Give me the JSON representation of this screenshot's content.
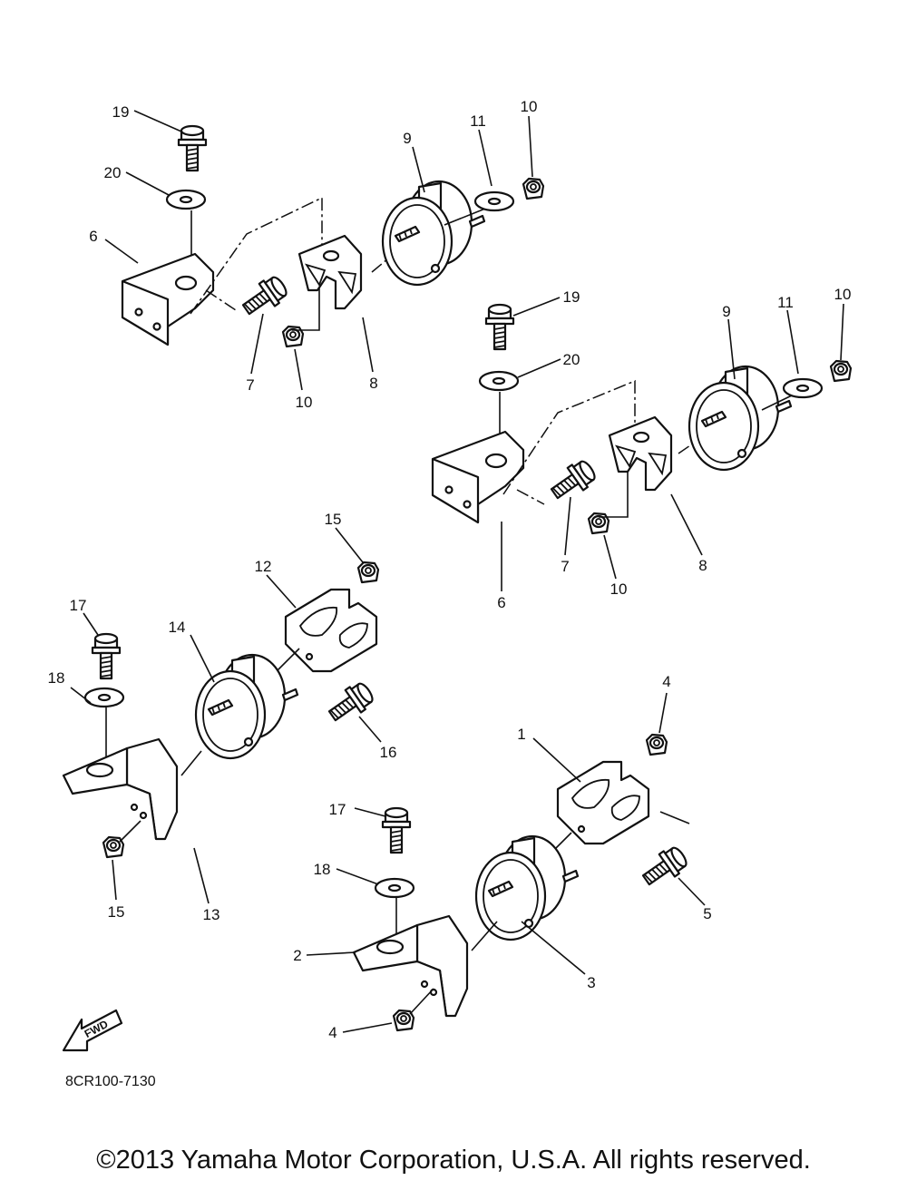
{
  "diagram": {
    "callouts": {
      "a": {
        "n1": "19",
        "n2": "20",
        "n3": "6",
        "n4": "7",
        "n5": "10",
        "n6": "8",
        "n7": "9",
        "n8": "11",
        "n9": "10"
      },
      "b": {
        "n1": "19",
        "n2": "20",
        "n3": "6",
        "n4": "7",
        "n5": "10",
        "n6": "8",
        "n7": "9",
        "n8": "11",
        "n9": "10"
      },
      "c": {
        "n1": "15",
        "n2": "12",
        "n3": "17",
        "n4": "14",
        "n5": "18",
        "n6": "16",
        "n7": "15",
        "n8": "13"
      },
      "d": {
        "n1": "4",
        "n2": "1",
        "n3": "17",
        "n4": "18",
        "n5": "5",
        "n6": "2",
        "n7": "3",
        "n8": "4"
      }
    },
    "fwd_label": "FWD",
    "drawing_code": "8CR100-7130"
  },
  "copyright": "©2013 Yamaha Motor Corporation, U.S.A. All rights reserved."
}
